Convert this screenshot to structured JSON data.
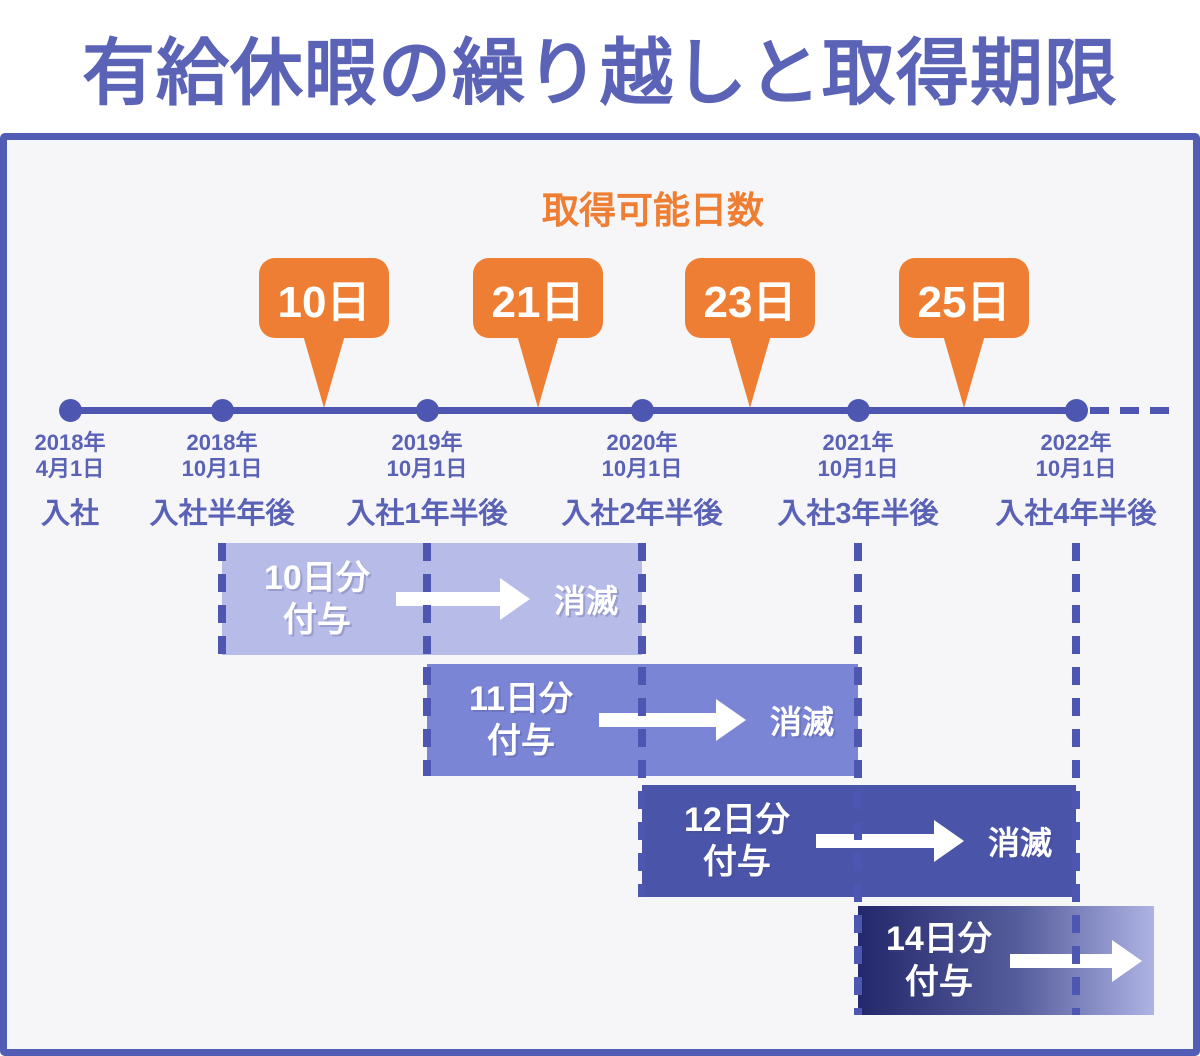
{
  "title": "有給休暇の繰り越しと取得期限",
  "heading": "取得可能日数",
  "badges": [
    {
      "label": "10日"
    },
    {
      "label": "21日"
    },
    {
      "label": "23日"
    },
    {
      "label": "25日"
    }
  ],
  "timeline": {
    "points": [
      {
        "year": "2018年",
        "date": "4月1日",
        "caption": "入社"
      },
      {
        "year": "2018年",
        "date": "10月1日",
        "caption": "入社半年後"
      },
      {
        "year": "2019年",
        "date": "10月1日",
        "caption": "入社1年半後"
      },
      {
        "year": "2020年",
        "date": "10月1日",
        "caption": "入社2年半後"
      },
      {
        "year": "2021年",
        "date": "10月1日",
        "caption": "入社3年半後"
      },
      {
        "year": "2022年",
        "date": "10月1日",
        "caption": "入社4年半後"
      }
    ]
  },
  "bars": [
    {
      "grant_line1": "10日分",
      "grant_line2": "付与",
      "expire": "消滅"
    },
    {
      "grant_line1": "11日分",
      "grant_line2": "付与",
      "expire": "消滅"
    },
    {
      "grant_line1": "12日分",
      "grant_line2": "付与",
      "expire": "消滅"
    },
    {
      "grant_line1": "14日分",
      "grant_line2": "付与"
    }
  ],
  "colors": {
    "accent_orange": "#ee7e33",
    "line_blue": "#4d57b2",
    "title_blue": "#5b63b7",
    "bar1_fill": "#b6bbe7",
    "bar2_fill": "#7b85d6",
    "bar3_fill": "#4a54a9",
    "bar4_gradient_start": "#23276b",
    "bar4_gradient_end": "#aeb3e4",
    "panel_background": "#f6f6f8"
  }
}
